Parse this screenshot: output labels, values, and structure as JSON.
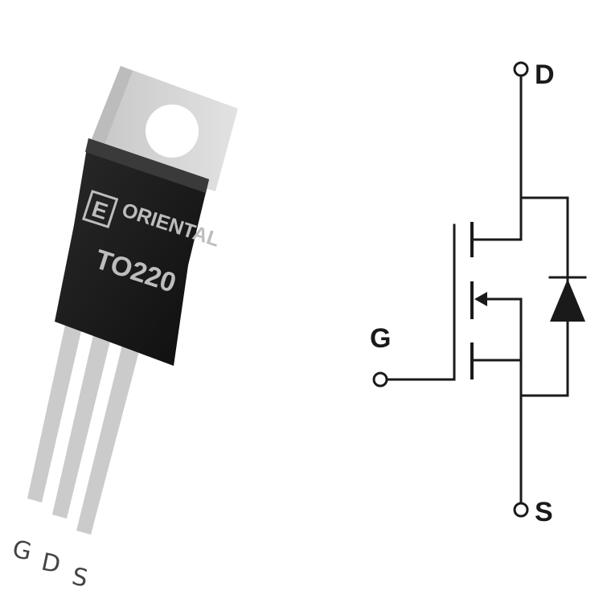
{
  "package": {
    "brand_text": "ORIENTAL",
    "model_text": "TO220",
    "logo_glyph": "E",
    "pin_labels": [
      "G",
      "D",
      "S"
    ],
    "colors": {
      "body": "#1c1c1c",
      "tab": "#d4d4d4",
      "leads": "#c9c9c9"
    }
  },
  "schematic": {
    "terminals": {
      "drain": "D",
      "gate": "G",
      "source": "S"
    },
    "colors": {
      "wire": "#1a1a1a"
    }
  }
}
